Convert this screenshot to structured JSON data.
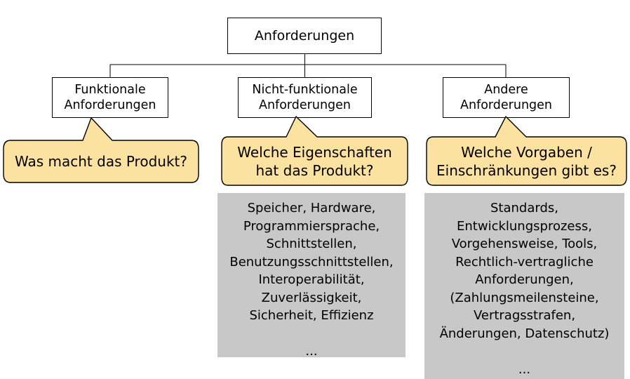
{
  "diagram": {
    "title_root": "Anforderungen",
    "colors": {
      "bubble_fill": "#FBE2A0",
      "bubble_stroke": "#000000",
      "gray_fill": "#C8C8C8",
      "box_stroke": "#000000",
      "text": "#000000",
      "page_background": "#FFFFFF"
    },
    "tree": {
      "root": {
        "label": "Anforderungen"
      },
      "children": [
        {
          "id": "funktionale",
          "label": "Funktionale\nAnforderungen",
          "callout": "Was macht das Produkt?",
          "details": null
        },
        {
          "id": "nicht-funktionale",
          "label": "Nicht-funktionale\nAnforderungen",
          "callout": "Welche Eigenschaften\nhat das Produkt?",
          "details": "Speicher, Hardware,\nProgrammiersprache,\nSchnittstellen,\nBenutzungsschnittstellen,\nInteroperabilität,\nZuverlässigkeit,\nSicherheit, Effizienz\n\n..."
        },
        {
          "id": "andere",
          "label": "Andere\nAnforderungen",
          "callout": "Welche Vorgaben /\nEinschränkungen gibt es?",
          "details": "Standards,\nEntwicklungsprozess,\nVorgehensweise, Tools,\nRechtlich-vertragliche\nAnforderungen,\n(Zahlungsmeilensteine,\nVertragsstrafen,\nÄnderungen, Datenschutz)\n\n..."
        }
      ]
    }
  }
}
